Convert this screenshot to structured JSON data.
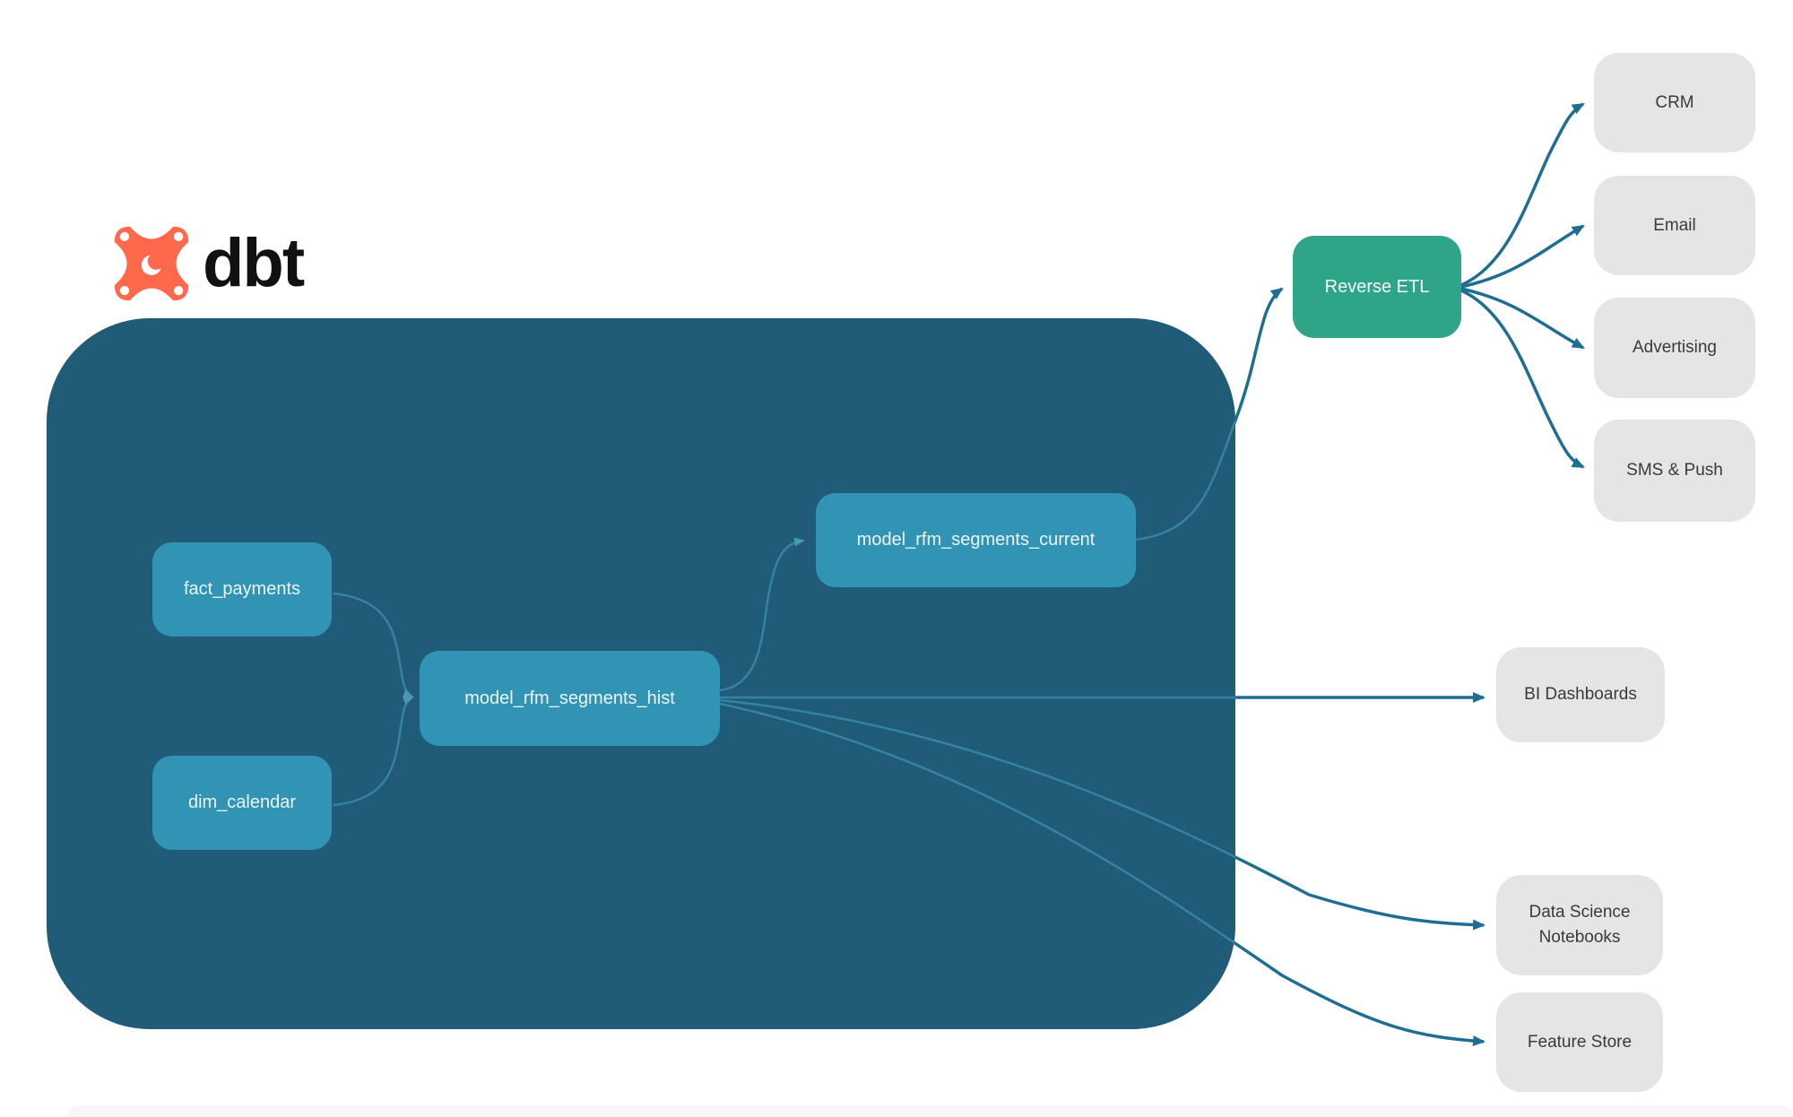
{
  "logo": {
    "brand": "dbt",
    "icon": "dbt-star-logo",
    "icon_color": "#FF694B",
    "text_color": "#111111"
  },
  "pipeline": {
    "name": "dbt transformation container",
    "container_color": "#205C77",
    "node_color": "#3294B4",
    "nodes": [
      {
        "id": "fact_payments",
        "label": "fact_payments"
      },
      {
        "id": "dim_calendar",
        "label": "dim_calendar"
      },
      {
        "id": "model_rfm_segments_hist",
        "label": "model_rfm_segments_hist"
      },
      {
        "id": "model_rfm_segments_current",
        "label": "model_rfm_segments_current"
      }
    ]
  },
  "reverse_etl": {
    "label": "Reverse ETL",
    "color": "#2EA489"
  },
  "destinations": [
    {
      "id": "crm",
      "label": "CRM"
    },
    {
      "id": "email",
      "label": "Email"
    },
    {
      "id": "advertising",
      "label": "Advertising"
    },
    {
      "id": "sms_push",
      "label": "SMS & Push"
    },
    {
      "id": "bi_dashboards",
      "label": "BI Dashboards"
    },
    {
      "id": "data_science_notebooks",
      "label": "Data Science Notebooks"
    },
    {
      "id": "feature_store",
      "label": "Feature Store"
    }
  ],
  "edges": [
    {
      "from": "fact_payments",
      "to": "model_rfm_segments_hist"
    },
    {
      "from": "dim_calendar",
      "to": "model_rfm_segments_hist"
    },
    {
      "from": "model_rfm_segments_hist",
      "to": "model_rfm_segments_current"
    },
    {
      "from": "model_rfm_segments_current",
      "to": "reverse_etl"
    },
    {
      "from": "reverse_etl",
      "to": "crm"
    },
    {
      "from": "reverse_etl",
      "to": "email"
    },
    {
      "from": "reverse_etl",
      "to": "advertising"
    },
    {
      "from": "reverse_etl",
      "to": "sms_push"
    },
    {
      "from": "model_rfm_segments_hist",
      "to": "bi_dashboards"
    },
    {
      "from": "model_rfm_segments_hist",
      "to": "data_science_notebooks"
    },
    {
      "from": "model_rfm_segments_hist",
      "to": "feature_store"
    }
  ],
  "colors": {
    "edge_outside": "#1E6E94",
    "edge_inside": "#3583A3",
    "destination_box": "#E5E5E5",
    "destination_text": "#3A3A3A"
  }
}
